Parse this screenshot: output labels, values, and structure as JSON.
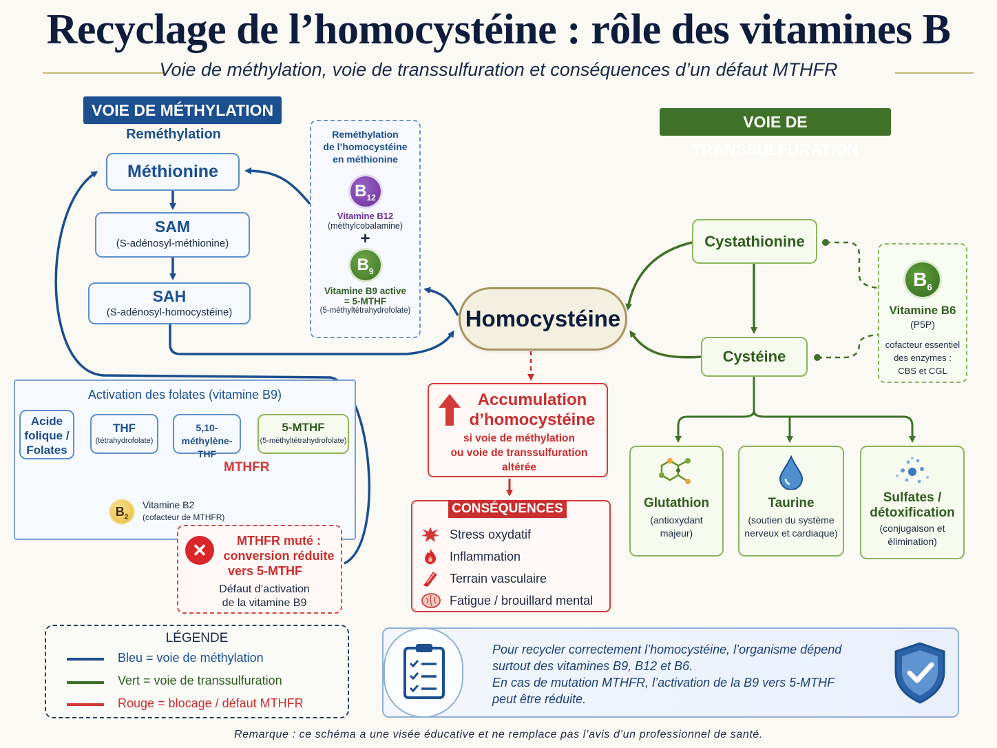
{
  "title": "Recyclage de l’homocystéine : rôle des vitamines B",
  "subtitle": "Voie de méthylation, voie de transsulfuration et conséquences d’un défaut MTHFR",
  "methylation": {
    "header": "VOIE DE MÉTHYLATION",
    "subheader": "Reméthylation",
    "methionine": "Méthionine",
    "sam": "SAM",
    "sam_full": "(S-adénosyl-méthionine)",
    "sah": "SAH",
    "sah_full": "(S-adénosyl-homocystéine)"
  },
  "remethylation_box": {
    "title_1": "Reméthylation",
    "title_2": "de l’homocystéine",
    "title_3": "en méthionine",
    "b12_badge": "B",
    "b12_sub": "12",
    "b12_name": "Vitamine B12",
    "b12_form": "(méthylcobalamine)",
    "plus": "+",
    "b9_badge": "B",
    "b9_sub": "9",
    "b9_name": "Vitamine B9 active",
    "b9_eq": "= 5-MTHF",
    "b9_form": "(5-méthyltétrahydrofolate)"
  },
  "center": {
    "homocysteine": "Homocystéine"
  },
  "transsulfuration": {
    "header": "VOIE DE TRANSSULFURATION",
    "cystathionine": "Cystathionine",
    "cysteine": "Cystéine",
    "b6_badge": "B",
    "b6_sub": "6",
    "b6_name": "Vitamine B6",
    "b6_form": "(P5P)",
    "b6_desc_1": "cofacteur essentiel",
    "b6_desc_2": "des enzymes :",
    "b6_desc_3": "CBS et CGL"
  },
  "products": [
    {
      "title": "Glutathion",
      "desc_1": "(antioxydant",
      "desc_2": "majeur)",
      "icon": "molecule-icon"
    },
    {
      "title": "Taurine",
      "desc_1": "(soutien du système",
      "desc_2": "nerveux et cardiaque)",
      "icon": "drop-icon"
    },
    {
      "title_1": "Sulfates /",
      "title_2": "détoxification",
      "desc_1": "(conjugaison et",
      "desc_2": "élimination)",
      "icon": "particles-icon"
    }
  ],
  "folate": {
    "title": "Activation des folates (vitamine B9)",
    "acide_1": "Acide",
    "acide_2": "folique /",
    "acide_3": "Folates",
    "thf": "THF",
    "thf_full": "(tétrahydrofolate)",
    "methylene_1": "5,10-",
    "methylene_2": "méthylène-THF",
    "mthf": "5-MTHF",
    "mthf_full": "(5-méthyltétrahydrofolate)",
    "mthfr": "MTHFR",
    "b2_badge": "B",
    "b2_sub": "2",
    "b2_name": "Vitamine B2",
    "b2_desc": "(cofacteur de MTHFR)"
  },
  "mutation": {
    "title_1": "MTHFR muté :",
    "title_2": "conversion réduite",
    "title_3": "vers 5-MTHF",
    "desc_1": "Défaut d’activation",
    "desc_2": "de la vitamine B9"
  },
  "accumulation": {
    "title_1": "Accumulation",
    "title_2": "d’homocystéine",
    "desc_1": "si voie de méthylation",
    "desc_2": "ou voie de transsulfuration",
    "desc_3": "altérée"
  },
  "consequences": {
    "header": "CONSÉQUENCES",
    "items": [
      {
        "label": "Stress oxydatif",
        "icon": "burst-icon"
      },
      {
        "label": "Inflammation",
        "icon": "flame-icon"
      },
      {
        "label": "Terrain vasculaire",
        "icon": "vessel-icon"
      },
      {
        "label": "Fatigue / brouillard mental",
        "icon": "brain-icon"
      }
    ]
  },
  "legend": {
    "title": "LÉGENDE",
    "items": [
      {
        "label": "Bleu = voie de méthylation",
        "color": "#1b4f8f"
      },
      {
        "label": "Vert = voie de transsulfuration",
        "color": "#3f7228"
      },
      {
        "label": "Rouge = blocage / défaut MTHFR",
        "color": "#d23a3a"
      }
    ]
  },
  "info": {
    "line_1": "Pour recycler correctement l’homocystéine, l’organisme dépend",
    "line_2": "surtout des vitamines B9, B12 et B6.",
    "line_3": "En cas de mutation MTHFR, l’activation de la B9 vers 5-MTHF",
    "line_4": "peut être réduite."
  },
  "remark": "Remarque : ce schéma a une visée éducative et ne remplace pas l’avis d’un professionnel de santé.",
  "colors": {
    "blue": "#1b4f8f",
    "green": "#3f7228",
    "red": "#d23a3a",
    "purple": "#6a2f9a"
  }
}
